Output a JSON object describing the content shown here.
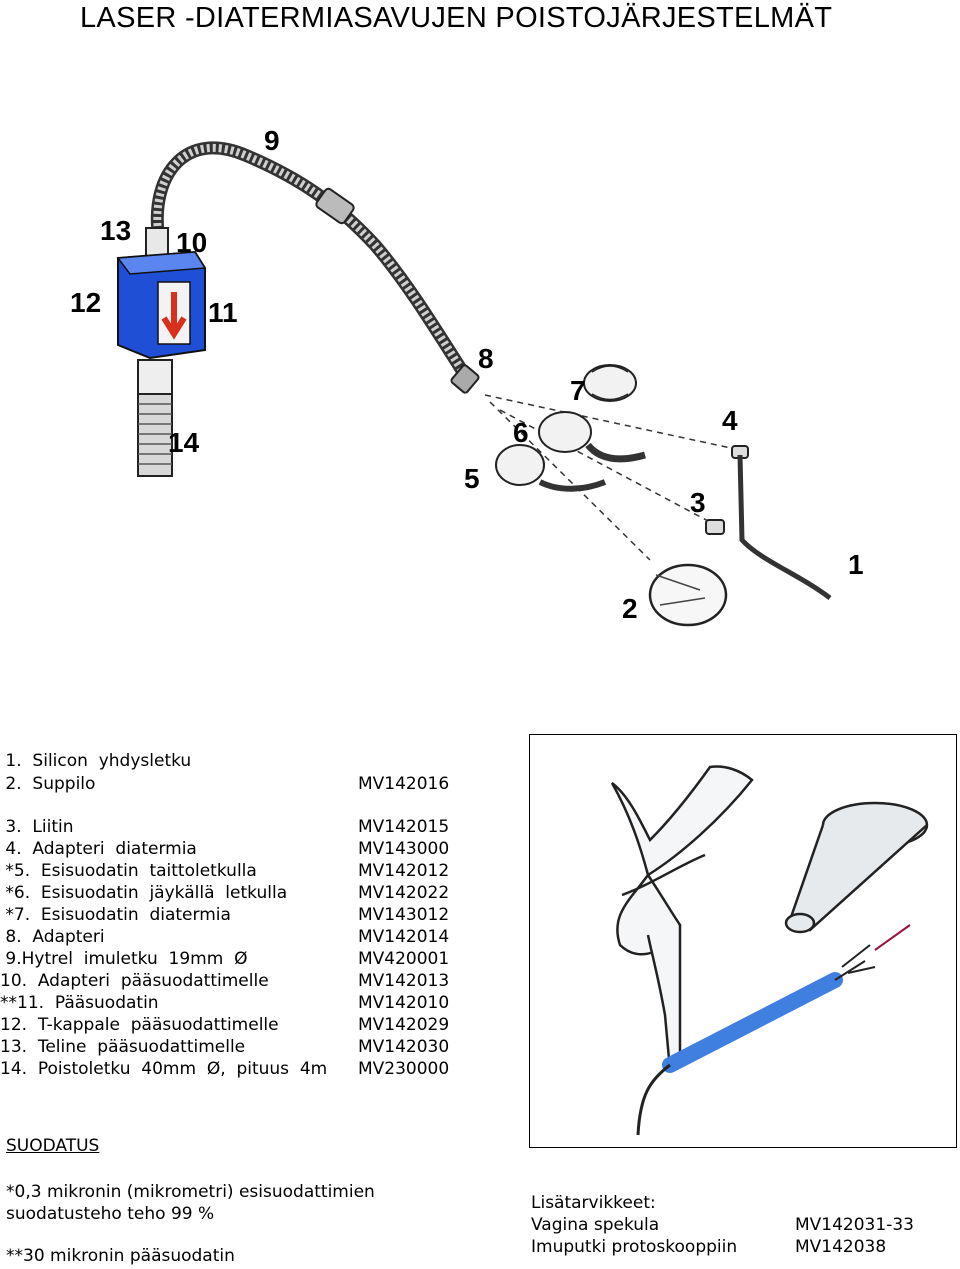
{
  "title": "LASER -DIATERMIASAVUJEN POISTOJÄRJESTELMÄT",
  "diagram_labels": [
    "1",
    "2",
    "3",
    "4",
    "5",
    "6",
    "7",
    "8",
    "9",
    "10",
    "11",
    "12",
    "13",
    "14"
  ],
  "parts": [
    {
      "name": " 1.  Silicon  yhdysletku",
      "code": ""
    },
    {
      "name": " 2.  Suppilo",
      "code": "MV142016"
    },
    {
      "name": " 3.  Liitin",
      "code": "MV142015"
    },
    {
      "name": " 4.  Adapteri  diatermia",
      "code": "MV143000"
    },
    {
      "name": " *5.  Esisuodatin  taittoletkulla",
      "code": "MV142012"
    },
    {
      "name": " *6.  Esisuodatin  jäykällä  letkulla",
      "code": "MV142022"
    },
    {
      "name": " *7.  Esisuodatin  diatermia",
      "code": "MV143012"
    },
    {
      "name": " 8.  Adapteri",
      "code": "MV142014"
    },
    {
      "name": " 9.Hytrel  imuletku  19mm  Ø",
      "code": "MV420001"
    },
    {
      "name": "10.  Adapteri  pääsuodattimelle",
      "code": "MV142013"
    },
    {
      "name": "**11.  Pääsuodatin",
      "code": "MV142010"
    },
    {
      "name": "12.  T-kappale  pääsuodattimelle",
      "code": "MV142029"
    },
    {
      "name": "13.  Teline  pääsuodattimelle",
      "code": "MV142030"
    },
    {
      "name": "14.  Poistoletku  40mm  Ø,  pituus  4m",
      "code": "MV230000"
    }
  ],
  "filtration": {
    "heading": "SUODATUS",
    "note1_line1": "*0,3  mikronin  (mikrometri)  esisuodattimien",
    "note1_line2": "suodatusteho  teho  99  %",
    "note2": "**30  mikronin  pääsuodatin"
  },
  "accessories": {
    "heading": "Lisätarvikkeet:",
    "items": [
      {
        "name": "Vagina  spekula",
        "code": "MV142031-33"
      },
      {
        "name": "Imuputki  protoskooppiin",
        "code": "MV142038"
      }
    ]
  },
  "colors": {
    "filter_blue": "#1f4fd6",
    "arrow_red": "#d9301e",
    "tube_blue": "#3f7fe0"
  }
}
